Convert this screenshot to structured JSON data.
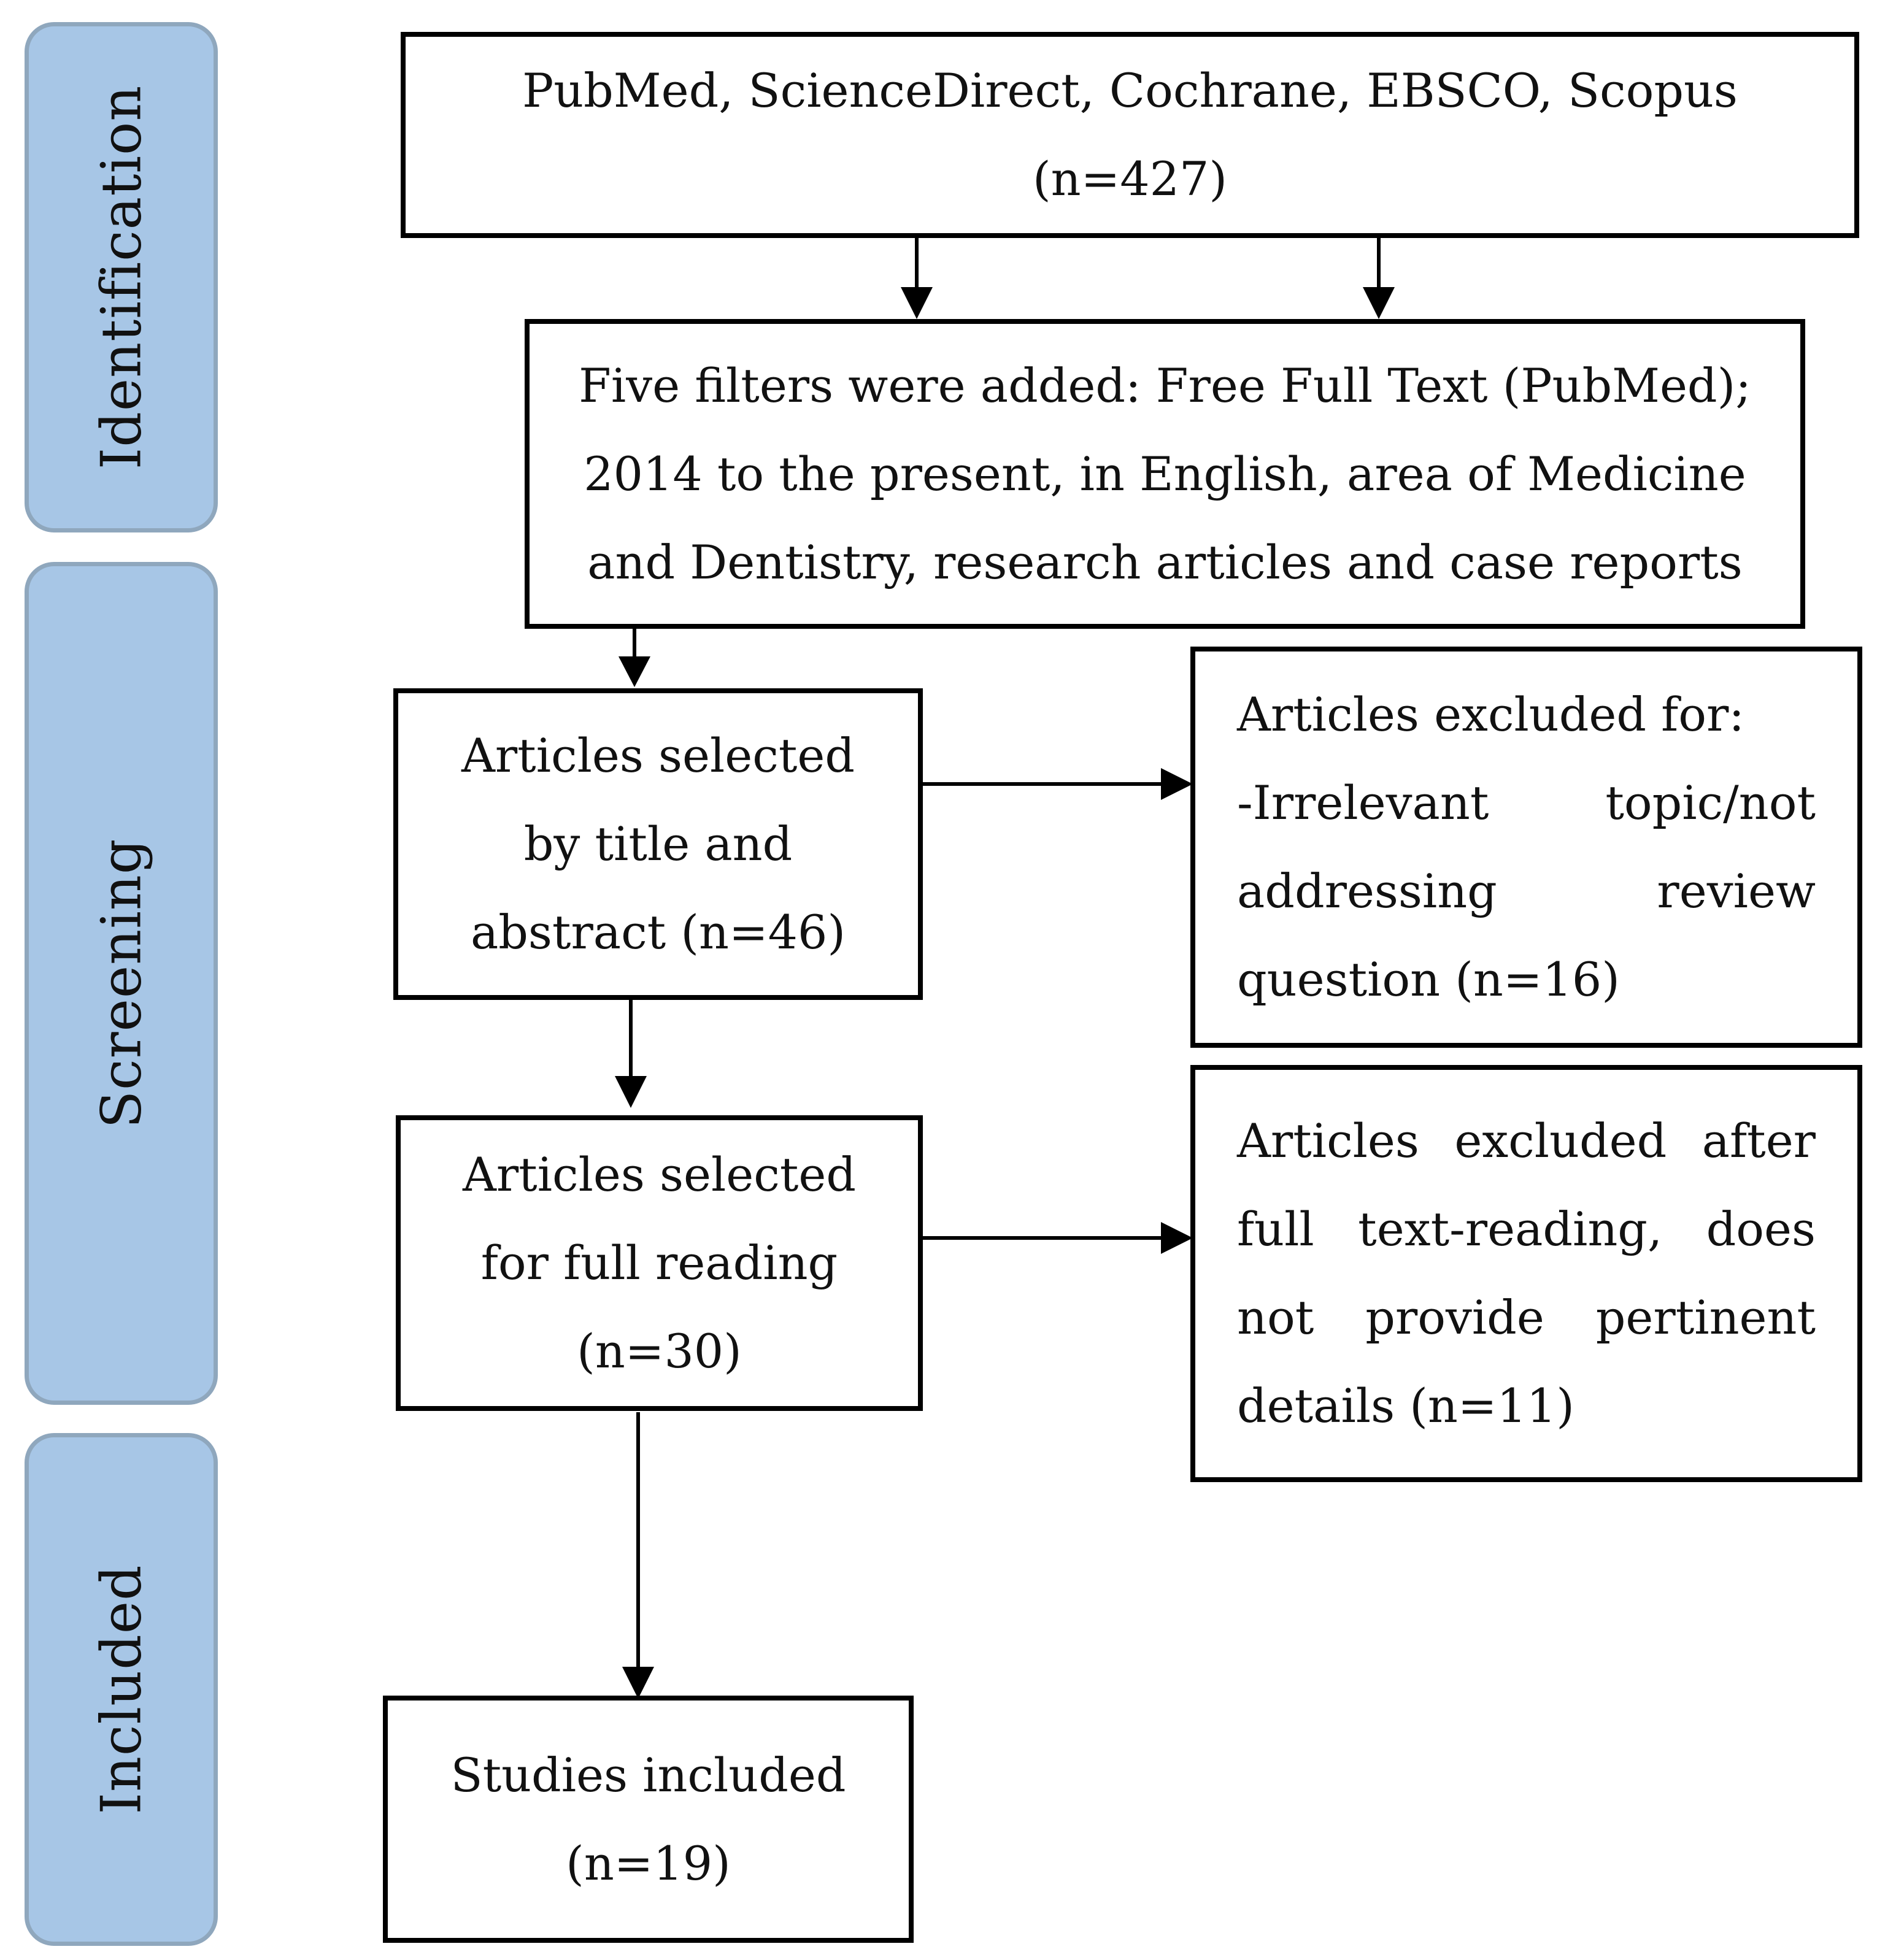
{
  "stages": [
    {
      "id": "identification",
      "label": "Identification"
    },
    {
      "id": "screening",
      "label": "Screening"
    },
    {
      "id": "included",
      "label": "Included"
    }
  ],
  "boxes": {
    "sources": {
      "line1": "PubMed, ScienceDirect, Cochrane, EBSCO, Scopus",
      "line2": "(n=427)"
    },
    "filters": {
      "text": "Five filters were added: Free Full Text (PubMed); 2014 to the present, in English, area of Medicine and Dentistry, research articles and case reports"
    },
    "title_abstract": {
      "line1": "Articles selected",
      "line2": "by title and",
      "line3": "abstract (n=46)"
    },
    "excluded_topic": {
      "heading": "Articles excluded for:",
      "text": "-Irrelevant topic/not addressing review question (n=16)"
    },
    "full_reading": {
      "line1": "Articles selected",
      "line2": "for full reading",
      "line3": "(n=30)"
    },
    "excluded_fulltext": {
      "text": "Articles excluded after full text-reading, does not provide pertinent details (n=11)"
    },
    "included": {
      "line1": "Studies included",
      "line2": "(n=19)"
    }
  }
}
